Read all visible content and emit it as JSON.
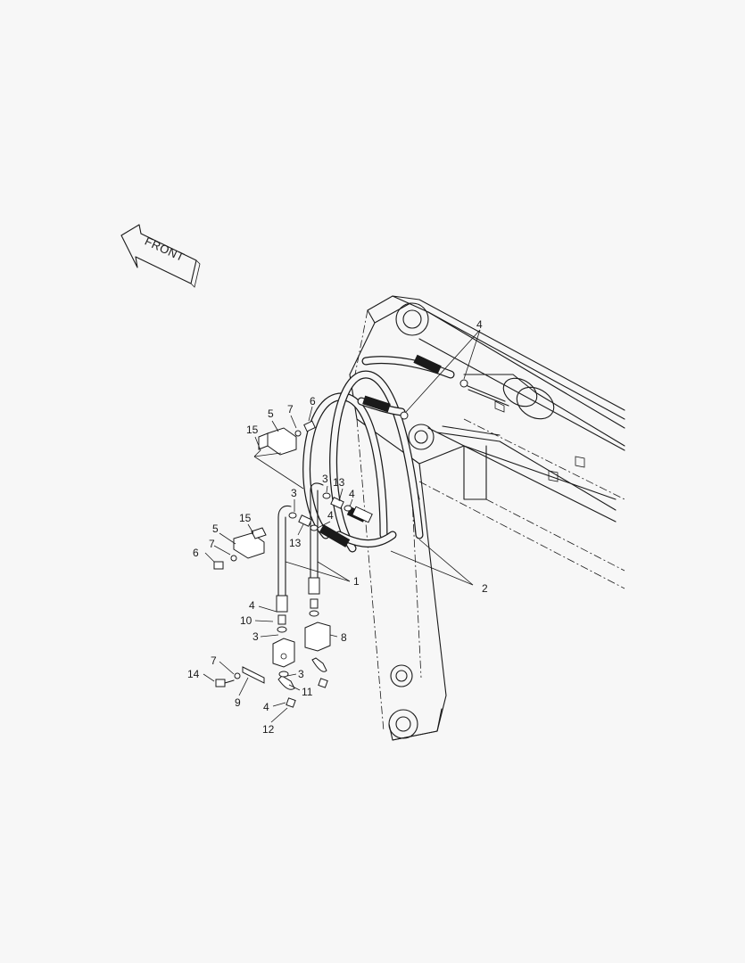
{
  "direction_arrow": {
    "label": "FRONT"
  },
  "callouts": [
    {
      "id": "c4-top",
      "text": "4"
    },
    {
      "id": "c6-top",
      "text": "6"
    },
    {
      "id": "c7-top",
      "text": "7"
    },
    {
      "id": "c5-top",
      "text": "5"
    },
    {
      "id": "c15-top",
      "text": "15"
    },
    {
      "id": "c3-mid-a",
      "text": "3"
    },
    {
      "id": "c13-mid",
      "text": "13"
    },
    {
      "id": "c3-mid-b",
      "text": "3"
    },
    {
      "id": "c4-mid",
      "text": "4"
    },
    {
      "id": "c4-mid-b",
      "text": "4"
    },
    {
      "id": "c13-low",
      "text": "13"
    },
    {
      "id": "c15-low",
      "text": "15"
    },
    {
      "id": "c5-low",
      "text": "5"
    },
    {
      "id": "c7-low",
      "text": "7"
    },
    {
      "id": "c6-low",
      "text": "6"
    },
    {
      "id": "c1",
      "text": "1"
    },
    {
      "id": "c2",
      "text": "2"
    },
    {
      "id": "c4-bot",
      "text": "4"
    },
    {
      "id": "c10",
      "text": "10"
    },
    {
      "id": "c3-bot",
      "text": "3"
    },
    {
      "id": "c8",
      "text": "8"
    },
    {
      "id": "c7-bot",
      "text": "7"
    },
    {
      "id": "c14",
      "text": "14"
    },
    {
      "id": "c3-bot-b",
      "text": "3"
    },
    {
      "id": "c9",
      "text": "9"
    },
    {
      "id": "c11",
      "text": "11"
    },
    {
      "id": "c4-bot-b",
      "text": "4"
    },
    {
      "id": "c12",
      "text": "12"
    }
  ]
}
